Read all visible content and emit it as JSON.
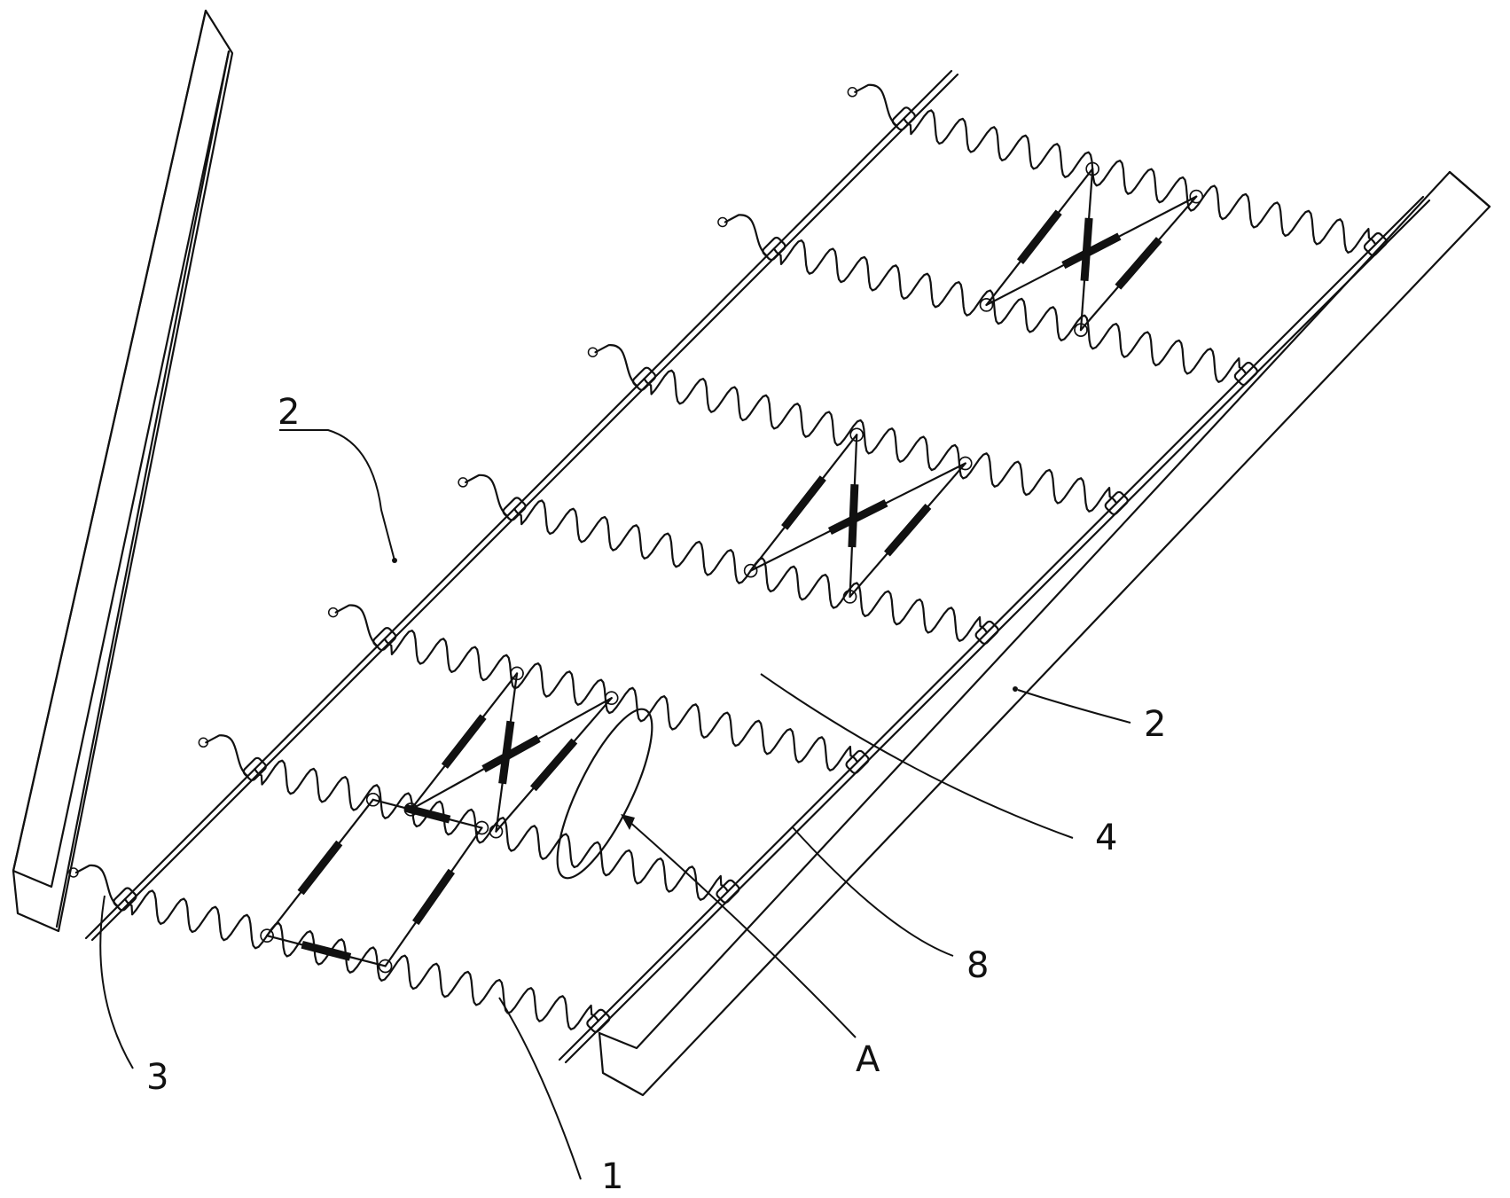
{
  "labels": {
    "label_1": "1",
    "label_2_left": "2",
    "label_2_right": "2",
    "label_3": "3",
    "label_4": "4",
    "label_8": "8",
    "label_A": "A"
  },
  "colors": {
    "line": "#111111",
    "background": "#ffffff"
  },
  "spring_count": 7,
  "connector_rows": 3
}
